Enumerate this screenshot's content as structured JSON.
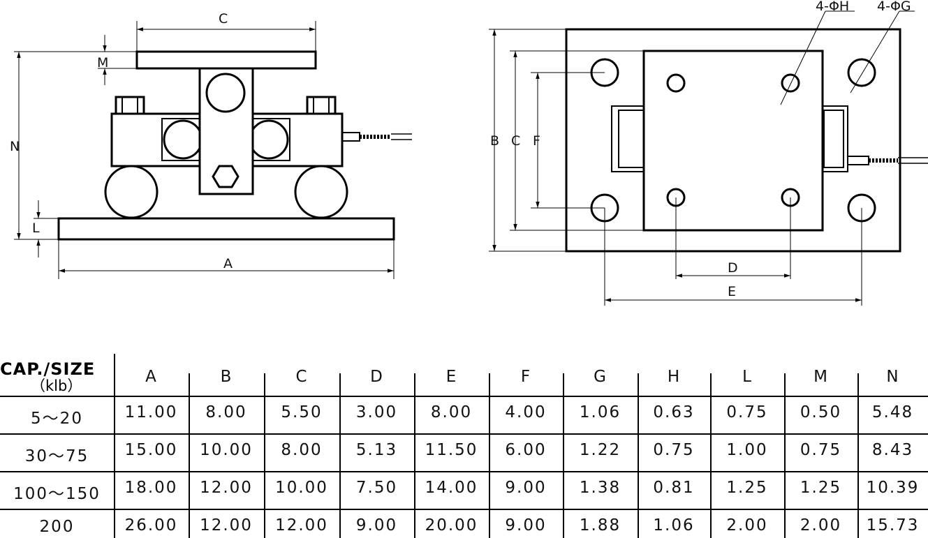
{
  "dimension_labels": {
    "side_view": {
      "top_plate_width": "C",
      "top_plate_thickness": "M",
      "overall_height": "N",
      "base_thickness": "L",
      "base_length": "A"
    },
    "plan_view": {
      "plate_width": "B",
      "inner_width": "C",
      "bolt_span": "F",
      "inner_hole_span": "D",
      "outer_hole_span": "E",
      "outer_holes": "4-ΦG",
      "inner_holes": "4-ΦH"
    }
  },
  "table": {
    "corner_label": "CAP./SIZE",
    "corner_unit": "（klb）",
    "headers": [
      "A",
      "B",
      "C",
      "D",
      "E",
      "F",
      "G",
      "H",
      "L",
      "M",
      "N"
    ],
    "rows": [
      {
        "cap": "5～20",
        "values": [
          "11.00",
          "8.00",
          "5.50",
          "3.00",
          "8.00",
          "4.00",
          "1.06",
          "0.63",
          "0.75",
          "0.50",
          "5.48"
        ]
      },
      {
        "cap": "30～75",
        "values": [
          "15.00",
          "10.00",
          "8.00",
          "5.13",
          "11.50",
          "6.00",
          "1.22",
          "0.75",
          "1.00",
          "0.75",
          "8.43"
        ]
      },
      {
        "cap": "100～150",
        "values": [
          "18.00",
          "12.00",
          "10.00",
          "7.50",
          "14.00",
          "9.00",
          "1.38",
          "0.81",
          "1.25",
          "1.25",
          "10.39"
        ]
      },
      {
        "cap": "200",
        "values": [
          "26.00",
          "12.00",
          "12.00",
          "9.00",
          "20.00",
          "9.00",
          "1.88",
          "1.06",
          "2.00",
          "2.00",
          "15.73"
        ]
      }
    ]
  }
}
